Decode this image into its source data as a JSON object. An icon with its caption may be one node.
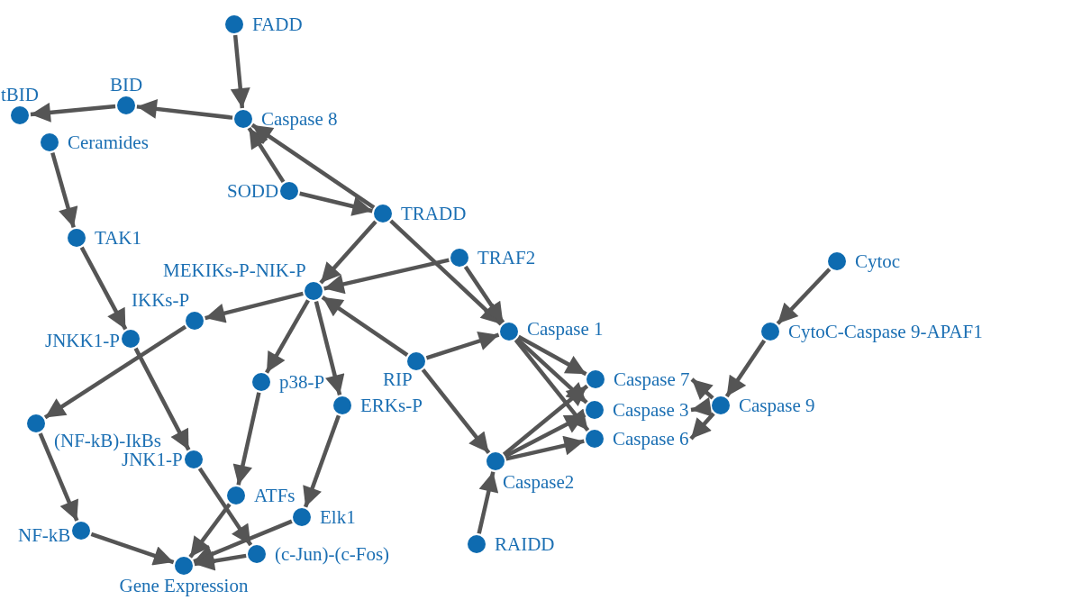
{
  "diagram": {
    "nodes": [
      {
        "text": [
          "FADD"
        ]
      },
      {
        "text": [
          "Caspase 8"
        ]
      },
      {
        "text": [
          "BID"
        ]
      },
      {
        "text": [
          "tBID"
        ]
      },
      {
        "text": [
          "Ceramides"
        ]
      },
      {
        "text": [
          "TAK1"
        ]
      },
      {
        "text": [
          "SODD"
        ]
      },
      {
        "text": [
          "TRADD"
        ]
      },
      {
        "text": [
          "TRAF2"
        ]
      },
      {
        "text": [
          "MEKIKs-P-NIK-P"
        ]
      },
      {
        "text": [
          "IKKs-P"
        ]
      },
      {
        "text": [
          "JNKK1-P"
        ]
      },
      {
        "text": [
          "Caspase 1"
        ]
      },
      {
        "text": [
          "Cytoc"
        ]
      },
      {
        "text": [
          "CytoC-Caspase 9-APAF1"
        ]
      },
      {
        "text": [
          "RIP"
        ]
      },
      {
        "text": [
          "p38-P"
        ]
      },
      {
        "text": [
          "ERKs-P"
        ]
      },
      {
        "text": [
          "Caspase 7"
        ]
      },
      {
        "text": [
          "Caspase 3"
        ]
      },
      {
        "text": [
          "Caspase 9"
        ]
      },
      {
        "text": [
          "Caspase 6"
        ]
      },
      {
        "text": [
          "(NF-kB)-IkBs"
        ]
      },
      {
        "text": [
          "Caspase2"
        ]
      },
      {
        "text": [
          "JNK1-P"
        ]
      },
      {
        "text": [
          "ATFs"
        ]
      },
      {
        "text": [
          "Elk1"
        ]
      },
      {
        "text": [
          "NF-kB"
        ]
      },
      {
        "text": [
          "(c-Jun)-(c-Fos)"
        ]
      },
      {
        "text": [
          "RAIDD"
        ]
      },
      {
        "text": [
          "Gene Expression"
        ]
      }
    ],
    "edges": [
      {
        "from": 0,
        "to": 1,
        "arrow": "to"
      },
      {
        "from": 1,
        "to": 2,
        "arrow": "to"
      },
      {
        "from": 2,
        "to": 3,
        "arrow": "to"
      },
      {
        "from": 4,
        "to": 5,
        "arrow": "to"
      },
      {
        "from": 5,
        "to": 11,
        "arrow": "to"
      },
      {
        "from": 6,
        "to": 1,
        "arrow": "to"
      },
      {
        "from": 6,
        "to": 7,
        "arrow": "to"
      },
      {
        "from": 7,
        "to": 1,
        "arrow": "to"
      },
      {
        "from": 7,
        "to": 9,
        "arrow": "to"
      },
      {
        "from": 7,
        "to": 12,
        "arrow": "to"
      },
      {
        "from": 8,
        "to": 9,
        "arrow": "to"
      },
      {
        "from": 8,
        "to": 12,
        "arrow": "to"
      },
      {
        "from": 9,
        "to": 10,
        "arrow": "to"
      },
      {
        "from": 9,
        "to": 16,
        "arrow": "to"
      },
      {
        "from": 9,
        "to": 17,
        "arrow": "to"
      },
      {
        "from": 15,
        "to": 9,
        "arrow": "to"
      },
      {
        "from": 15,
        "to": 12,
        "arrow": "to"
      },
      {
        "from": 15,
        "to": 23,
        "arrow": "to"
      },
      {
        "from": 10,
        "to": 22,
        "arrow": "to"
      },
      {
        "from": 11,
        "to": 24,
        "arrow": "to"
      },
      {
        "from": 22,
        "to": 27,
        "arrow": "to"
      },
      {
        "from": 16,
        "to": 25,
        "arrow": "to"
      },
      {
        "from": 17,
        "to": 26,
        "arrow": "to"
      },
      {
        "from": 24,
        "to": 28,
        "arrow": "to"
      },
      {
        "from": 25,
        "to": 30,
        "arrow": "to"
      },
      {
        "from": 26,
        "to": 30,
        "arrow": "to"
      },
      {
        "from": 28,
        "to": 30,
        "arrow": "to"
      },
      {
        "from": 27,
        "to": 30,
        "arrow": "to"
      },
      {
        "from": 29,
        "to": 23,
        "arrow": "to"
      },
      {
        "from": 13,
        "to": 14,
        "arrow": "to"
      },
      {
        "from": 14,
        "to": 20,
        "arrow": "to"
      },
      {
        "from": 20,
        "to": 18,
        "arrow": "to"
      },
      {
        "from": 20,
        "to": 19,
        "arrow": "to"
      },
      {
        "from": 20,
        "to": 21,
        "arrow": "to"
      },
      {
        "from": 12,
        "to": 18,
        "arrow": "to"
      },
      {
        "from": 12,
        "to": 19,
        "arrow": "to"
      },
      {
        "from": 12,
        "to": 21,
        "arrow": "to"
      },
      {
        "from": 23,
        "to": 18,
        "arrow": "to"
      },
      {
        "from": 23,
        "to": 19,
        "arrow": "to"
      },
      {
        "from": 23,
        "to": 21,
        "arrow": "to"
      }
    ]
  }
}
